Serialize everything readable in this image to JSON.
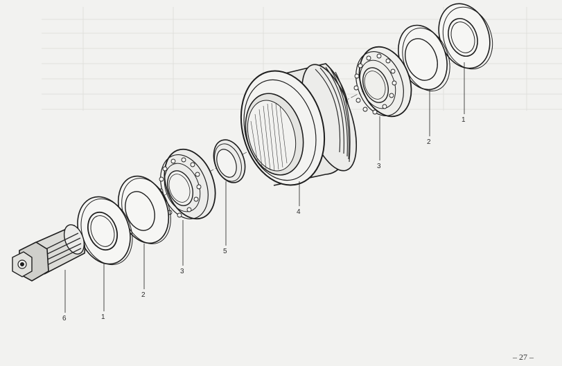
{
  "page": {
    "page_number": "– 27 –"
  },
  "callouts": [
    {
      "id": "c-top-1",
      "label": "1"
    },
    {
      "id": "c-top-2",
      "label": "2"
    },
    {
      "id": "c-top-3",
      "label": "3"
    },
    {
      "id": "c-drum-4",
      "label": "4"
    },
    {
      "id": "c-ring-5",
      "label": "5"
    },
    {
      "id": "c-left-3",
      "label": "3"
    },
    {
      "id": "c-left-2",
      "label": "2"
    },
    {
      "id": "c-left-1",
      "label": "1"
    },
    {
      "id": "c-shaft-6",
      "label": "6"
    }
  ],
  "colors": {
    "paper": "#f2f2f0",
    "ink": "#1e1e1e",
    "shade": "#3a3a3a"
  }
}
